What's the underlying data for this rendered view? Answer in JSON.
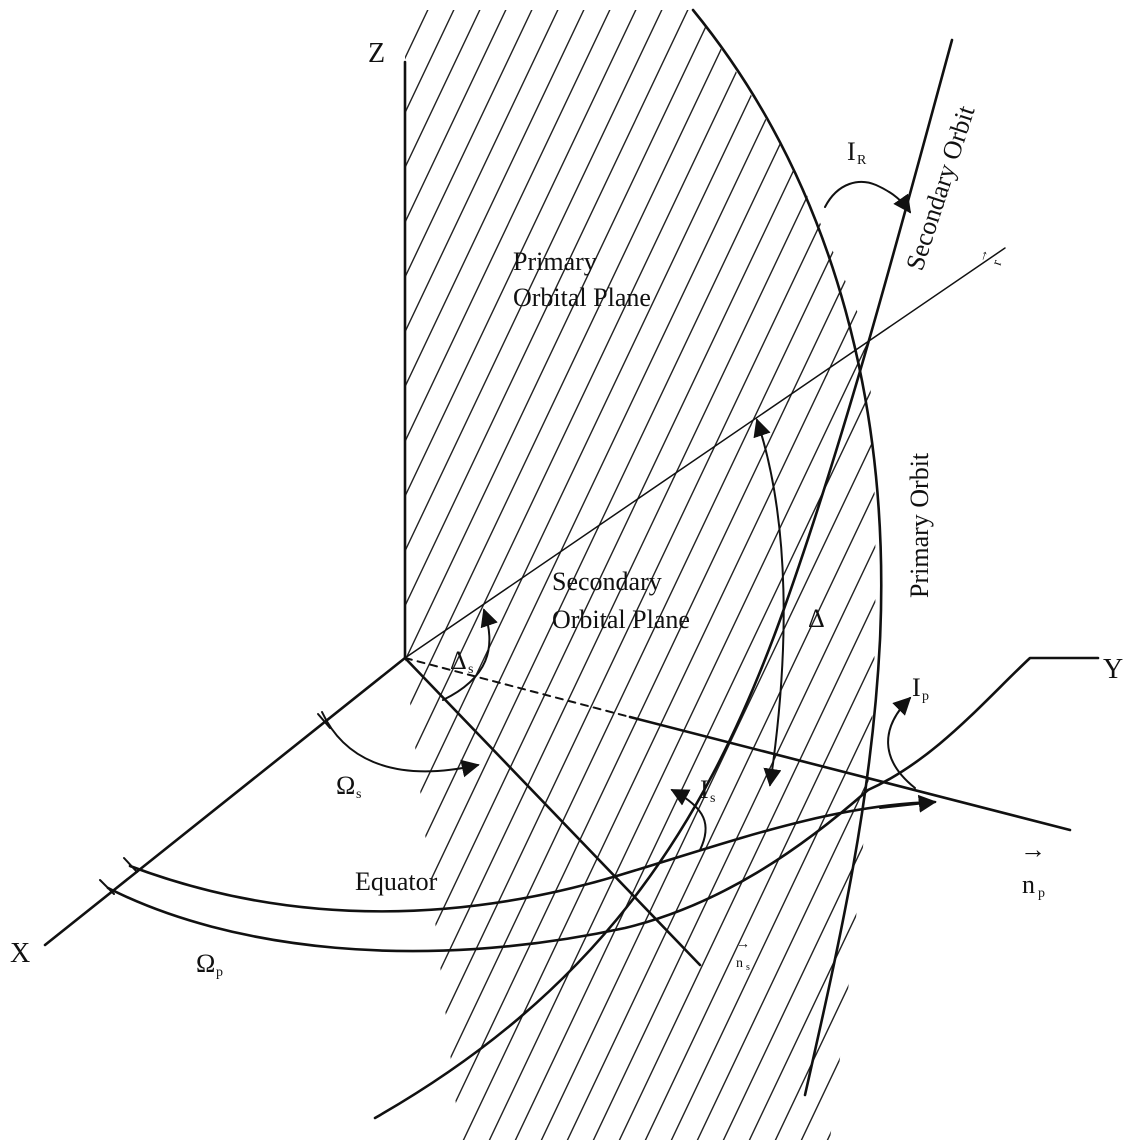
{
  "labels": {
    "z_axis": "Z",
    "x_axis": "X",
    "y_axis": "Y",
    "primary_plane_line1": "Primary",
    "primary_plane_line2": "Orbital Plane",
    "secondary_plane_line1": "Secondary",
    "secondary_plane_line2": "Orbital Plane",
    "secondary_orbit": "Secondary Orbit",
    "primary_orbit": "Primary Orbit",
    "equator": "Equator",
    "I_R": "I",
    "I_R_sub": "R",
    "I_p": "I",
    "I_p_sub": "p",
    "I_s": "I",
    "I_s_sub": "s",
    "omega_s": "Ω",
    "omega_s_sub": "s",
    "omega_p": "Ω",
    "omega_p_sub": "p",
    "delta": "Δ",
    "delta_s": "Δ",
    "delta_s_sub": "s",
    "n_p": "n",
    "n_p_sub": "p",
    "n_s": "n",
    "n_s_sub": "s",
    "r_vec": "r",
    "arrow_glyph": "→"
  }
}
